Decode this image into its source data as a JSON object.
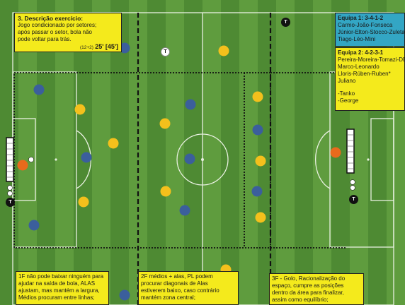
{
  "exercise": {
    "title": "3. Descrição exercício:",
    "lines": [
      "Jogo condicionado por setores;",
      "após passar o setor, bola não",
      "pode voltar para trás."
    ],
    "reps": "(12+2)",
    "duration": "25' [45']"
  },
  "team1": {
    "title": "Equipa 1: 3-4-1-2",
    "lines": [
      "Carmo-João-Fonseca",
      "Júnior-Elton-Stocco-Zuleta",
      "Tiago-Léo-Mini"
    ]
  },
  "team2": {
    "title": "Equipa 2: 4-2-3-1",
    "lines": [
      "Pereira-Moreira-Tomazi-DB",
      "Marco-Leonardo",
      "Lloris-Rúben-Ruben*",
      "Juliano"
    ],
    "extra": [
      "-Tanko",
      "-George"
    ]
  },
  "notes": {
    "left": [
      "1F não pode baixar ninguém para",
      "ajudar na saída de bola, ALAS",
      "ajustam, mas mantém a largura,",
      "Médios procuram entre linhas;"
    ],
    "mid": [
      "2F médios + alas, PL podem",
      "procurar diagonais de Alas",
      "estiverem baixo, caso contrário",
      "mantém zona central;"
    ],
    "right": [
      "3F - Golo, Racionalização do",
      "espaço, cumpre as posições",
      "dentro da área para finalizar,",
      "assim como equilíbrio;"
    ]
  },
  "markers": {
    "trainer": "T"
  },
  "colors": {
    "grass_dark": "#4e8a33",
    "grass_light": "#5f9c3e",
    "team_blue": "#3b5f9c",
    "team_yellow": "#f4c01c",
    "goalkeeper_orange": "#e86a1c",
    "note_yellow": "#f4ea1c",
    "team1_box": "#33a6c4"
  }
}
